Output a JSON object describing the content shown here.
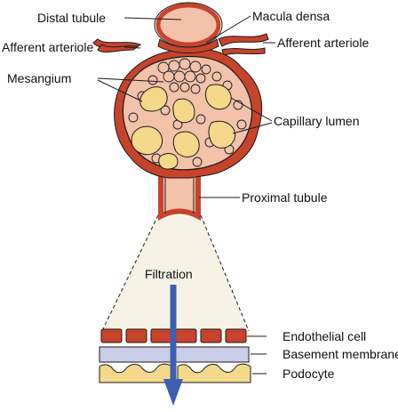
{
  "labels": {
    "distal_tubule": "Distal tubule",
    "macula_densa": "Macula densa",
    "afferent_left": "Afferent arteriole",
    "afferent_right": "Afferent arteriole",
    "mesangium": "Mesangium",
    "capillary_lumen": "Capillary lumen",
    "proximal_tubule": "Proximal tubule",
    "filtration": "Filtration",
    "endothelial_cell": "Endothelial cell",
    "basement_membrane": "Basement membrane",
    "podocyte": "Podocyte"
  },
  "colors": {
    "capsule_wall": "#c8432c",
    "tissue": "#f2c2aa",
    "capillary": "#f5d98a",
    "basement": "#c9cde8",
    "cone_fill": "#f6f3e6",
    "arrow": "#3d5fb0",
    "outline": "#1a1a1a"
  }
}
